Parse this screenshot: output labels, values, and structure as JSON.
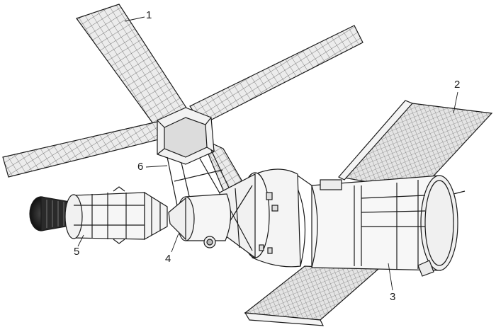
{
  "callouts": [
    {
      "id": "1",
      "label": "1"
    },
    {
      "id": "2",
      "label": "2"
    },
    {
      "id": "3",
      "label": "3"
    },
    {
      "id": "4",
      "label": "4"
    },
    {
      "id": "5",
      "label": "5"
    },
    {
      "id": "6",
      "label": "6"
    }
  ],
  "colors": {
    "line": "#1a1a1a",
    "panel": "#e6e6e6",
    "hull": "#f7f7f7",
    "background": "#ffffff",
    "nozzle": "#222222"
  }
}
